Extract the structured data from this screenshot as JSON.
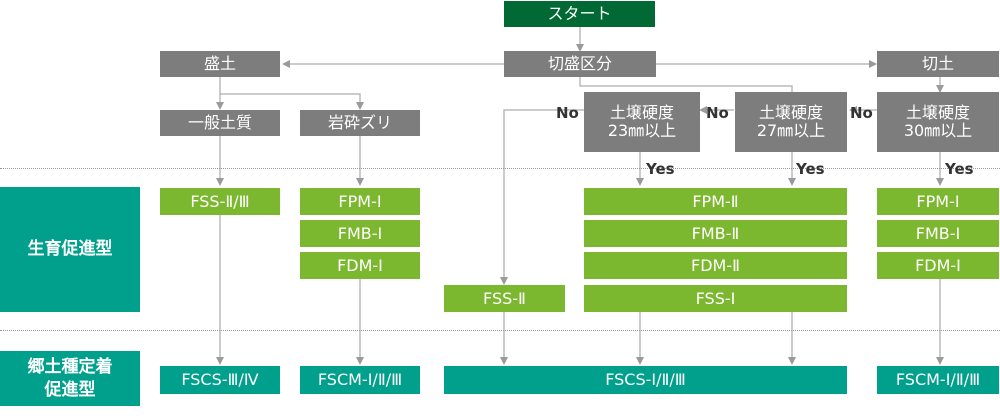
{
  "start": "スタート",
  "division": "切盛区分",
  "fill": "盛土",
  "cut": "切土",
  "fill_general": "一般土質",
  "fill_rock": "岩砕ズリ",
  "hardness_23": {
    "line1": "土壌硬度",
    "line2": "23㎜以上"
  },
  "hardness_27": {
    "line1": "土壌硬度",
    "line2": "27㎜以上"
  },
  "hardness_30": {
    "line1": "土壌硬度",
    "line2": "30㎜以上"
  },
  "yes": "Yes",
  "no": "No",
  "growth_label": "生育促進型",
  "native_label": {
    "line1": "郷土種定着",
    "line2": "促進型"
  },
  "growth": {
    "general": "FSS-Ⅱ/Ⅲ",
    "rock": [
      "FPM-Ⅰ",
      "FMB-Ⅰ",
      "FDM-Ⅰ"
    ],
    "no_branch": "FSS-Ⅱ",
    "center": [
      "FPM-Ⅱ",
      "FMB-Ⅱ",
      "FDM-Ⅱ",
      "FSS-Ⅰ"
    ],
    "cut": [
      "FPM-Ⅰ",
      "FMB-Ⅰ",
      "FDM-Ⅰ"
    ]
  },
  "native": {
    "general": "FSCS-Ⅲ/Ⅳ",
    "rock": "FSCM-Ⅰ/Ⅱ/Ⅲ",
    "center": "FSCS-Ⅰ/Ⅱ/Ⅲ",
    "cut": "FSCM-Ⅰ/Ⅱ/Ⅲ"
  },
  "colors": {
    "start": "#006934",
    "decision": "#7d7d7d",
    "growth": "#7cb82f",
    "native": "#00a08c",
    "connector": "#9a9a9a"
  }
}
